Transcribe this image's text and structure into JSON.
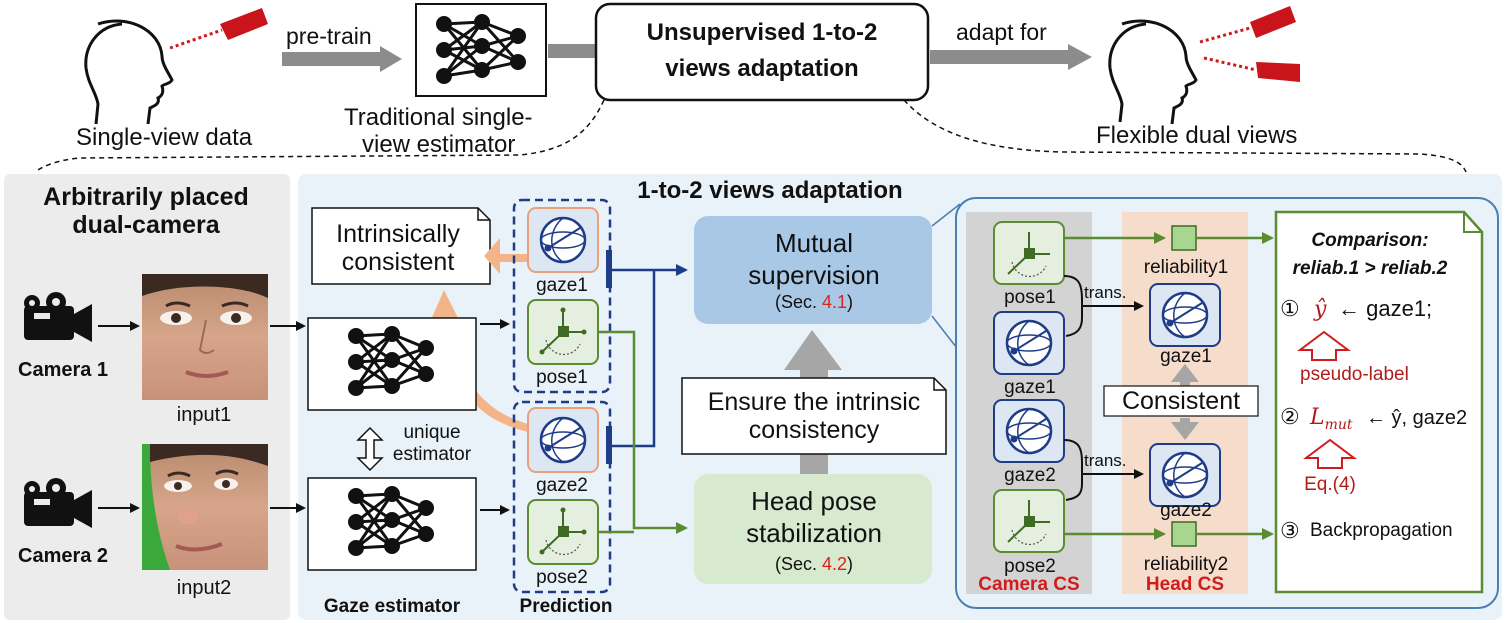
{
  "top": {
    "single_view_label": "Single-view data",
    "pretrain_label": "pre-train",
    "estimator_label_line1": "Traditional single-",
    "estimator_label_line2": "view estimator",
    "adaptation_box_line1": "Unsupervised 1-to-2",
    "adaptation_box_line2": "views adaptation",
    "adapt_for_label": "adapt for",
    "dual_views_label": "Flexible dual views"
  },
  "left_panel": {
    "title_line1": "Arbitrarily placed",
    "title_line2": "dual-camera",
    "camera1_label": "Camera 1",
    "camera2_label": "Camera 2",
    "input1_label": "input1",
    "input2_label": "input2"
  },
  "main": {
    "title": "1-to-2 views adaptation",
    "intrinsic_line1": "Intrinsically",
    "intrinsic_line2": "consistent",
    "unique_line1": "unique",
    "unique_line2": "estimator",
    "gaze_estimator_label": "Gaze estimator",
    "prediction_label": "Prediction",
    "gaze1_label": "gaze1",
    "pose1_label": "pose1",
    "gaze2_label": "gaze2",
    "pose2_label": "pose2",
    "mutual_line1": "Mutual",
    "mutual_line2": "supervision",
    "mutual_sec_prefix": "(Sec. ",
    "mutual_sec_num": "4.1",
    "mutual_sec_suffix": ")",
    "ensure_line1": "Ensure the intrinsic",
    "ensure_line2": "consistency",
    "head_line1": "Head pose",
    "head_line2": "stabilization",
    "head_sec_prefix": "(Sec. ",
    "head_sec_num": "4.2",
    "head_sec_suffix": ")"
  },
  "detail": {
    "camera_cs_label": "Camera CS",
    "head_cs_label": "Head CS",
    "pose1_label": "pose1",
    "gaze1_label": "gaze1",
    "gaze2_label": "gaze2",
    "pose2_label": "pose2",
    "trans1_label": "trans.",
    "trans2_label": "trans.",
    "reliability1_label": "reliability1",
    "reliability2_label": "reliability2",
    "head_gaze1_label": "gaze1",
    "head_gaze2_label": "gaze2",
    "consistent_label": "Consistent"
  },
  "comparison": {
    "title_line1": "Comparison:",
    "title_line2": "reliab.1 > reliab.2",
    "step1_num": "①",
    "step1_yhat": "ŷ",
    "step1_text": "← gaze1;",
    "pseudo_label": "pseudo-label",
    "step2_num": "②",
    "step2_loss_main": "L",
    "step2_loss_sub": "mut",
    "step2_text": "← ŷ, gaze2",
    "eq_label": "Eq.(4)",
    "step3_num": "③",
    "step3_text": "Backpropagation"
  },
  "colors": {
    "accent_red": "#e0201b",
    "dark_red": "#b31b1b",
    "navy": "#1f3c88",
    "blue_box": "#a9c8e6",
    "green_box": "#d7ead0",
    "green_line": "#5b8c32",
    "orange_arrow": "#f3b48a",
    "panel_grey": "#ececec",
    "panel_blue": "#e9f2f8"
  }
}
